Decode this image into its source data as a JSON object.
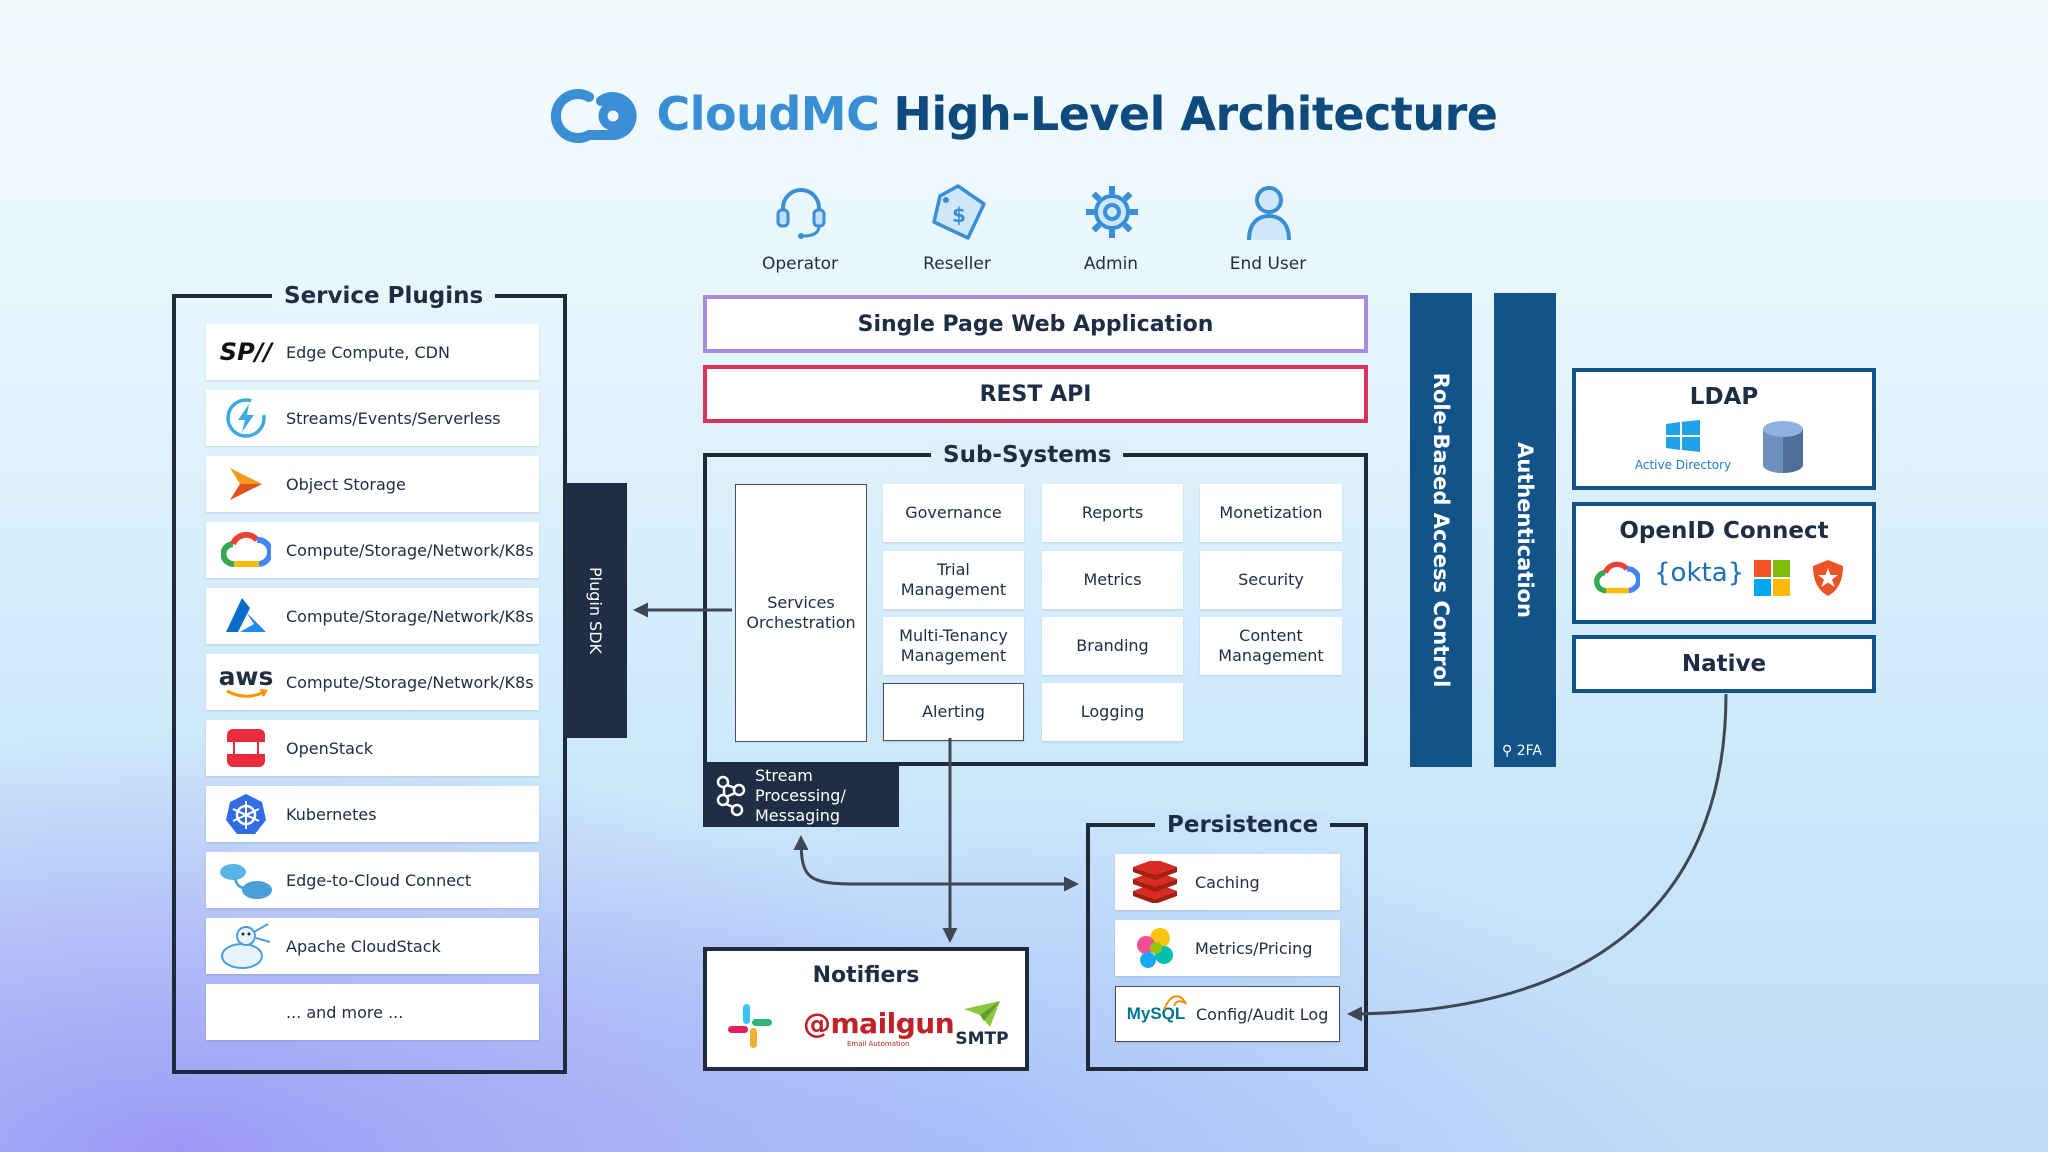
{
  "title": {
    "brand": "CloudMC",
    "rest": "High-Level Architecture"
  },
  "personas": [
    {
      "label": "Operator",
      "icon": "headset-icon"
    },
    {
      "label": "Reseller",
      "icon": "price-tag-icon"
    },
    {
      "label": "Admin",
      "icon": "gear-icon"
    },
    {
      "label": "End User",
      "icon": "user-icon"
    }
  ],
  "service_plugins": {
    "title": "Service Plugins",
    "items": [
      {
        "label": "Edge Compute, CDN",
        "icon": "stackpath-logo-icon",
        "logo_text": "SP//"
      },
      {
        "label": "Streams/Events/Serverless",
        "icon": "lightning-circle-icon"
      },
      {
        "label": "Object Storage",
        "icon": "arrow-bird-icon"
      },
      {
        "label": "Compute/Storage/Network/K8s",
        "icon": "google-cloud-icon"
      },
      {
        "label": "Compute/Storage/Network/K8s",
        "icon": "azure-icon"
      },
      {
        "label": "Compute/Storage/Network/K8s",
        "icon": "aws-logo-icon",
        "logo_text": "aws"
      },
      {
        "label": "OpenStack",
        "icon": "openstack-icon"
      },
      {
        "label": "Kubernetes",
        "icon": "kubernetes-wheel-icon"
      },
      {
        "label": "Edge-to-Cloud Connect",
        "icon": "cloud-connect-icon"
      },
      {
        "label": "Apache CloudStack",
        "icon": "cloudstack-mascot-icon"
      },
      {
        "label": "... and more ...",
        "icon": ""
      }
    ]
  },
  "plugin_sdk": "Plugin SDK",
  "spa": "Single Page Web Application",
  "rest_api": "REST API",
  "subsystems": {
    "title": "Sub-Systems",
    "orchestration": "Services Orchestration",
    "tiles": [
      [
        "Governance",
        "Reports",
        "Monetization"
      ],
      [
        "Trial Management",
        "Metrics",
        "Security"
      ],
      [
        "Multi-Tenancy Management",
        "Branding",
        "Content Management"
      ],
      [
        "Alerting",
        "Logging"
      ]
    ]
  },
  "stream_processing": "Stream Processing/ Messaging",
  "rbac": "Role-Based Access Control",
  "authentication": "Authentication",
  "two_fa": "2FA",
  "identity": {
    "ldap": {
      "title": "LDAP",
      "ad_label": "Active Directory",
      "icons": [
        "windows-logo-icon",
        "openldap-database-icon"
      ]
    },
    "openid": {
      "title": "OpenID Connect",
      "okta_label": "{okta}",
      "icons": [
        "google-cloud-icon",
        "okta-logo-icon",
        "microsoft-logo-icon",
        "auth0-shield-icon"
      ]
    },
    "native": {
      "title": "Native"
    }
  },
  "notifiers": {
    "title": "Notifiers",
    "mailgun_label": "mailgun",
    "mailgun_sub": "Email Automation",
    "smtp_label": "SMTP",
    "icons": [
      "slack-icon",
      "mailgun-icon",
      "smtp-icon"
    ]
  },
  "persistence": {
    "title": "Persistence",
    "items": [
      {
        "label": "Caching",
        "icon": "redis-icon"
      },
      {
        "label": "Metrics/Pricing",
        "icon": "elastic-cluster-icon"
      },
      {
        "label": "Config/Audit Log",
        "icon": "mysql-icon",
        "logo_text": "MySQL"
      }
    ]
  },
  "colors": {
    "brand_light": "#3a8fd4",
    "brand_dark": "#0f4a7c",
    "navy": "#1f2e45",
    "identity_blue": "#12548a",
    "spa_border": "#a68ddb",
    "rest_border": "#d8335a"
  }
}
